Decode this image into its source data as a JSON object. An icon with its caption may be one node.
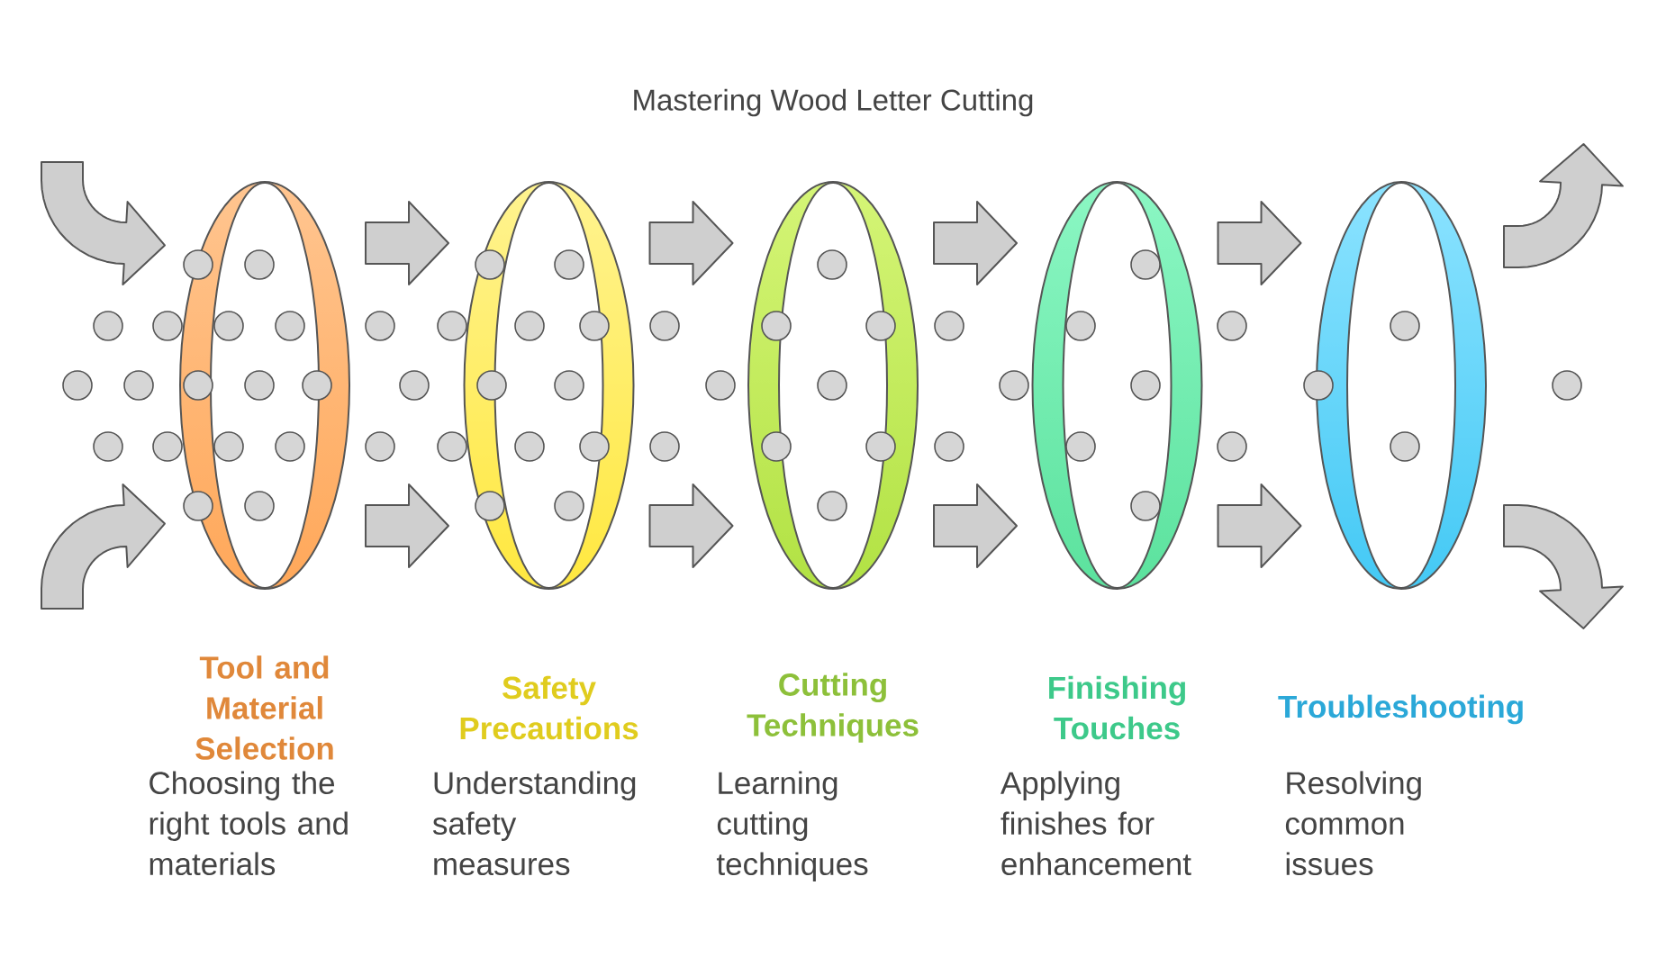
{
  "diagram": {
    "title": "Mastering Wood Letter Cutting",
    "nodes": [
      {
        "text": [
          "Tool and Material Selection"
        ]
      },
      {
        "text": [
          "Safety Precautions"
        ]
      },
      {
        "text": [
          "Cutting Techniques"
        ]
      },
      {
        "text": [
          "Finishing Touches"
        ]
      },
      {
        "text": [
          "Troubleshooting"
        ]
      }
    ],
    "edges": [
      {
        "from": null,
        "to": 0,
        "arrow": "to"
      },
      {
        "from": null,
        "to": 0,
        "arrow": "to"
      },
      {
        "from": 0,
        "to": 1,
        "arrow": "to"
      },
      {
        "from": 0,
        "to": 1,
        "arrow": "to"
      },
      {
        "from": 1,
        "to": 2,
        "arrow": "to"
      },
      {
        "from": 1,
        "to": 2,
        "arrow": "to"
      },
      {
        "from": 2,
        "to": 3,
        "arrow": "to"
      },
      {
        "from": 2,
        "to": 3,
        "arrow": "to"
      },
      {
        "from": 3,
        "to": 4,
        "arrow": "to"
      },
      {
        "from": 3,
        "to": 4,
        "arrow": "to"
      },
      {
        "from": 4,
        "to": null,
        "arrow": "to"
      },
      {
        "from": 4,
        "to": null,
        "arrow": "to"
      }
    ],
    "labels": [
      "Choosing the right tools and materials",
      "Understanding safety measures",
      "Learning cutting techniques",
      "Applying finishes for enhancement",
      "Resolving common issues"
    ]
  }
}
